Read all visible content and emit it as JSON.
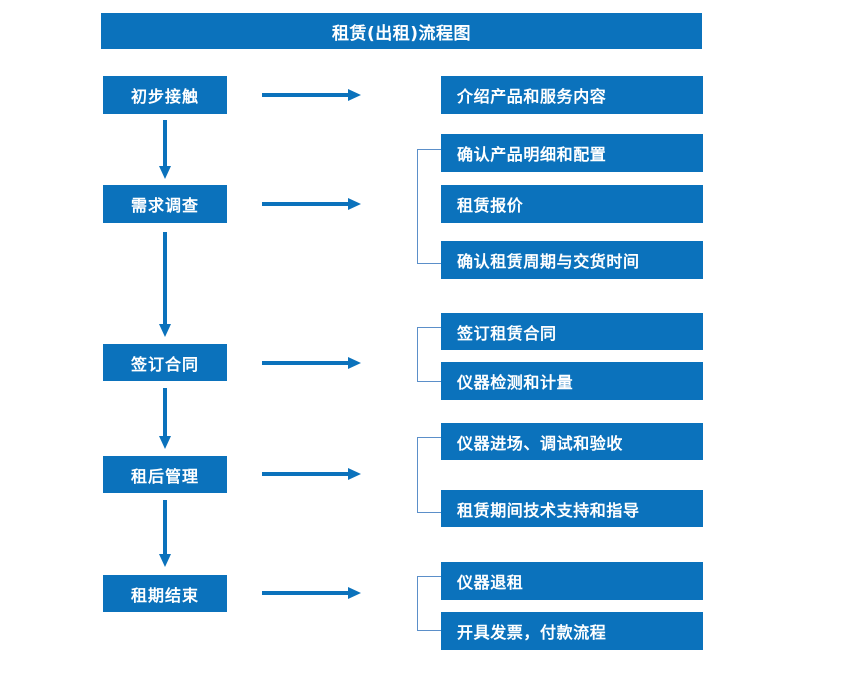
{
  "diagram": {
    "title": "租赁(出租)流程图",
    "accent_color": "#0b72bc",
    "bracket_color": "#5b8fc9",
    "background_color": "#ffffff",
    "text_color": "#ffffff",
    "stages": [
      {
        "label": "初步接触"
      },
      {
        "label": "需求调查"
      },
      {
        "label": "签订合同"
      },
      {
        "label": "租后管理"
      },
      {
        "label": "租期结束"
      }
    ],
    "details": [
      {
        "label": "介绍产品和服务内容"
      },
      {
        "label": "确认产品明细和配置"
      },
      {
        "label": "租赁报价"
      },
      {
        "label": "确认租赁周期与交货时间"
      },
      {
        "label": "签订租赁合同"
      },
      {
        "label": "仪器检测和计量"
      },
      {
        "label": "仪器进场、调试和验收"
      },
      {
        "label": "租赁期间技术支持和指导"
      },
      {
        "label": "仪器退租"
      },
      {
        "label": "开具发票，付款流程"
      }
    ],
    "connectors": {
      "right_arrow_icon": "arrow-right-icon",
      "down_arrow_icon": "arrow-down-icon",
      "bracket_icon": "group-bracket-icon"
    }
  }
}
